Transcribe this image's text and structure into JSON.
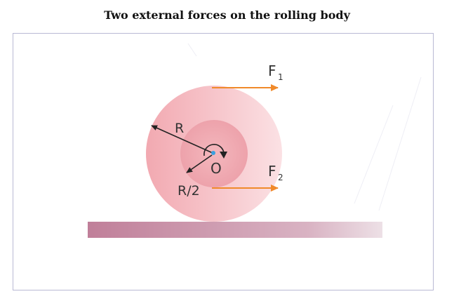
{
  "title": "Two external forces on the rolling body",
  "labels": {
    "R": "R",
    "R_half": "R/2",
    "O": "O",
    "F1": "F",
    "F1_sub": "1",
    "F2": "F",
    "F2_sub": "2"
  },
  "colors": {
    "force_arrow": "#f08a2a",
    "outer_disc": "#f6c2c6",
    "inner_disc": "#ec9aa3",
    "ground": "#c98aa3",
    "center_dot": "#3aa0e0",
    "panel_border": "#b9b9d4"
  }
}
